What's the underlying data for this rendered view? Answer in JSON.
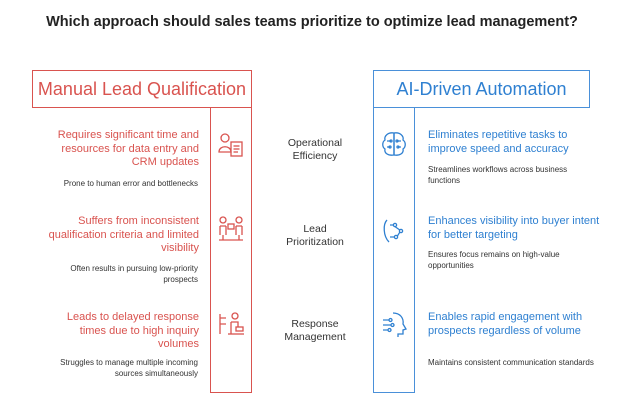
{
  "title": "Which approach should sales teams prioritize to optimize lead management?",
  "left": {
    "header": "Manual Lead Qualification",
    "color": "#d9534f",
    "rows": [
      {
        "main": "Requires significant time and resources for data entry and CRM updates",
        "sub": "Prone to human error and bottlenecks",
        "icon": "person-with-document-icon"
      },
      {
        "main": "Suffers from inconsistent qualification criteria and limited visibility",
        "sub": "Often results in pursuing low-priority prospects",
        "icon": "two-people-discussing-icon"
      },
      {
        "main": "Leads to delayed response times due to high inquiry volumes",
        "sub": "Struggles to manage multiple incoming sources simultaneously",
        "icon": "person-at-desk-icon"
      }
    ]
  },
  "right": {
    "header": "AI-Driven Automation",
    "color": "#2f80d1",
    "rows": [
      {
        "main": "Eliminates repetitive tasks to improve speed and accuracy",
        "sub": "Streamlines workflows across business functions",
        "icon": "brain-icon"
      },
      {
        "main": "Enhances visibility into buyer intent for better targeting",
        "sub": "Ensures focus remains on high-value opportunities",
        "icon": "ai-network-icon"
      },
      {
        "main": "Enables rapid engagement with prospects regardless of volume",
        "sub": "Maintains consistent communication standards",
        "icon": "ai-head-icon"
      }
    ]
  },
  "criteria": [
    {
      "line1": "Operational",
      "line2": "Efficiency"
    },
    {
      "line1": "Lead",
      "line2": "Prioritization"
    },
    {
      "line1": "Response",
      "line2": "Management"
    }
  ]
}
